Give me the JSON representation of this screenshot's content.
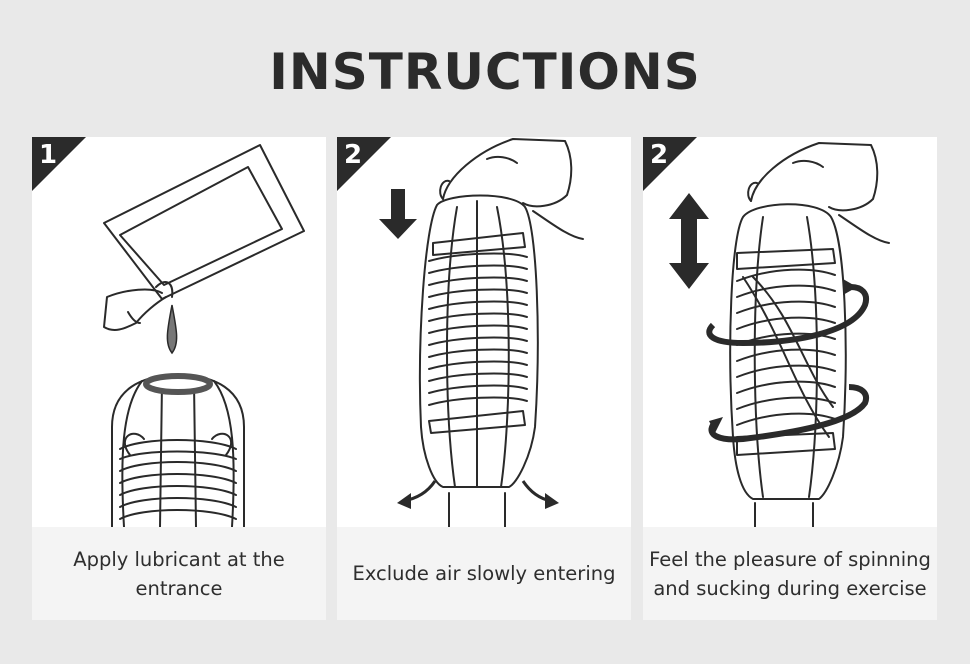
{
  "title": "INSTRUCTIONS",
  "steps": [
    {
      "number": "1",
      "caption": "Apply lubricant at the entrance",
      "icon": "lubricant-pouch-icon"
    },
    {
      "number": "2",
      "caption": "Exclude air slowly entering",
      "icon": "hand-press-icon"
    },
    {
      "number": "2",
      "caption_line1": "Feel the pleasure of spinning",
      "caption_line2": "and sucking during exercise",
      "icon": "spin-motion-icon"
    }
  ],
  "colors": {
    "background": "#e9e9e9",
    "panel": "#ffffff",
    "caption_bg": "#f4f4f4",
    "badge": "#2b2b2b",
    "text": "#2e2e2e"
  }
}
